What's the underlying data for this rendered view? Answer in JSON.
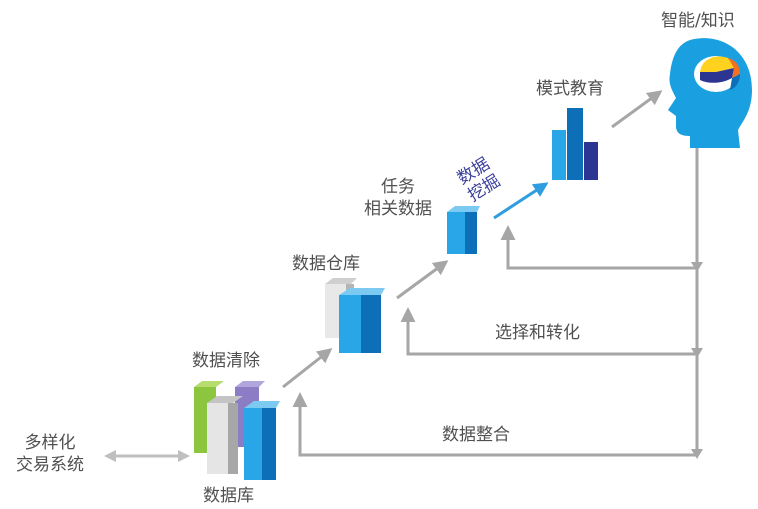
{
  "labels": {
    "diverse_systems_1": "多样化",
    "diverse_systems_2": "交易系统",
    "database": "数据库",
    "data_cleaning": "数据清除",
    "data_warehouse": "数据仓库",
    "task_data_1": "任务",
    "task_data_2": "相关数据",
    "data_mining_1": "数据",
    "data_mining_2": "挖掘",
    "pattern_education": "模式教育",
    "intelligence": "智能/知识",
    "selection_transform": "选择和转化",
    "data_integration": "数据整合"
  },
  "colors": {
    "arrow": "#a6a6a6",
    "blue": "#1aa0e0",
    "blue_dark": "#0d6fb8",
    "navy": "#2d3593",
    "green": "#8cc63f",
    "purple": "#8c7cc6",
    "gray": "#9a9a9a",
    "light_gray": "#d9d9d9",
    "mining_text": "#3b3e9a",
    "mining_arrow": "#2f9de0"
  }
}
